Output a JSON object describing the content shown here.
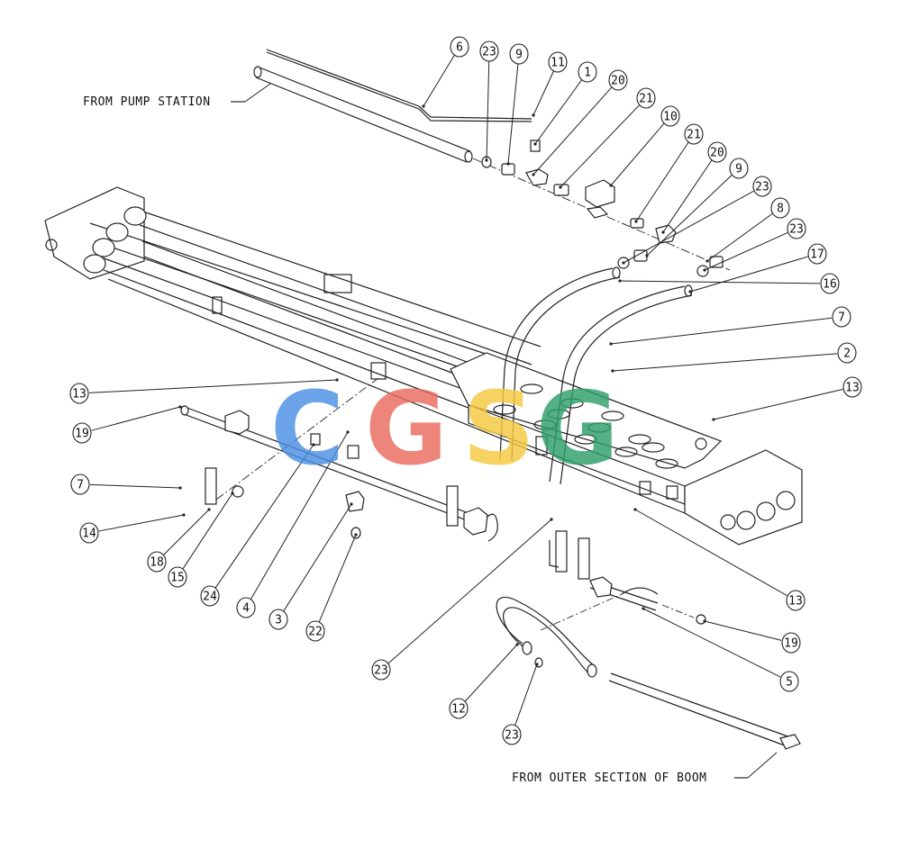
{
  "notes": {
    "pump": "FROM PUMP STATION",
    "outer": "FROM OUTER SECTION OF BOOM"
  },
  "watermark": {
    "letters": [
      "C",
      "G",
      "S",
      "G"
    ],
    "colors": [
      "#4a90e2",
      "#ea6b5e",
      "#f5c942",
      "#2e9e6a"
    ]
  },
  "callouts": [
    "6",
    "23",
    "9",
    "11",
    "1",
    "20",
    "21",
    "10",
    "21",
    "20",
    "9",
    "23",
    "8",
    "23",
    "17",
    "16",
    "7",
    "2",
    "13",
    "13",
    "19",
    "7",
    "14",
    "18",
    "15",
    "24",
    "4",
    "3",
    "22",
    "23",
    "12",
    "23",
    "5",
    "19",
    "13"
  ]
}
